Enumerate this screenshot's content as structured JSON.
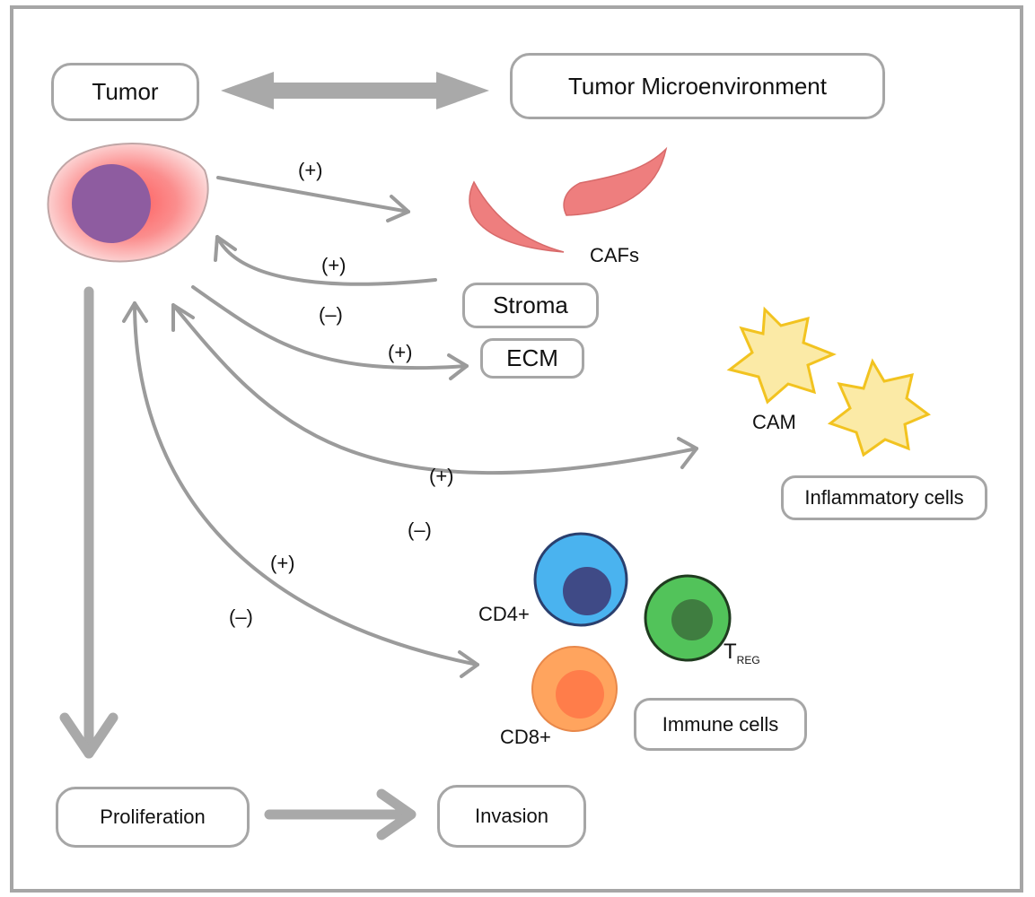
{
  "title_row": {
    "tumor": "Tumor",
    "microenvironment": "Tumor Microenvironment"
  },
  "components": {
    "cafs": "CAFs",
    "stroma": "Stroma",
    "ecm": "ECM",
    "cam": "CAM",
    "inflammatory_cells": "Inflammatory cells",
    "cd4": "CD4+",
    "treg_main": "T",
    "treg_sub": "REG",
    "cd8": "CD8+",
    "immune_cells": "Immune cells"
  },
  "outcomes": {
    "proliferation": "Proliferation",
    "invasion": "Invasion"
  },
  "signs": {
    "tumor_to_cafs": "(+)",
    "stroma_to_tumor": "(+)",
    "ecm_minus": "(–)",
    "ecm_plus": "(+)",
    "inflammatory_plus": "(+)",
    "inflammatory_minus": "(–)",
    "immune_plus": "(+)",
    "immune_minus": "(–)"
  },
  "colors": {
    "frame": "#a6a6a6",
    "arrow": "#9b9b9b",
    "caf": "#ee7e7e",
    "cam_fill": "#fbeaa6",
    "cam_stroke": "#f2c320",
    "cd4_outer": "#4ab3ef",
    "cd4_inner": "#3f4a86",
    "treg_outer": "#52c35a",
    "treg_inner": "#3f7d40",
    "cd8_outer": "#ffa45e",
    "cd8_inner": "#ff7d4a",
    "tumor_cell": "#f8b3b3",
    "tumor_nucleus": "#8e5ca0"
  }
}
